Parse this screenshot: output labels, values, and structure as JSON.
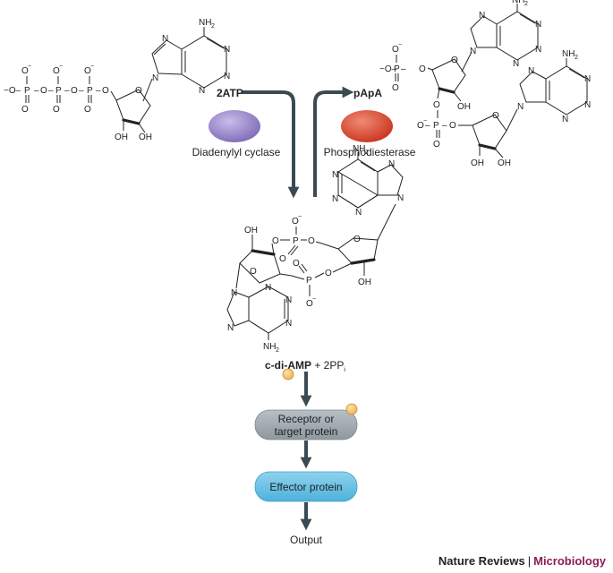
{
  "reaction": {
    "substrate": "2ATP",
    "product_pathway": "pApA",
    "synthase": "Diadenylyl cyclase",
    "hydrolase": "Phosphodiesterase",
    "second_messenger": "c-di-AMP",
    "byproduct": "+ 2PP",
    "byproduct_sub": "i"
  },
  "pathway": {
    "receptor": [
      "Receptor or",
      "target protein"
    ],
    "effector": "Effector protein",
    "output": "Output"
  },
  "atoms": {
    "amine": "NH",
    "amine_sub": "2",
    "n": "N",
    "o": "O",
    "p": "P",
    "oh": "OH",
    "ominus": "O",
    "minus": "−"
  },
  "footer": {
    "journal": "Nature Reviews",
    "separator": "|",
    "section": "Microbiology"
  },
  "colors": {
    "synthase": "#8e7cc3",
    "hydrolase": "#d9432e",
    "receptor": "#9aa4ab",
    "effector": "#5fbde0",
    "ligand": "#f2c066",
    "arrow": "#3b4a52",
    "brand": "#8a1e57"
  }
}
